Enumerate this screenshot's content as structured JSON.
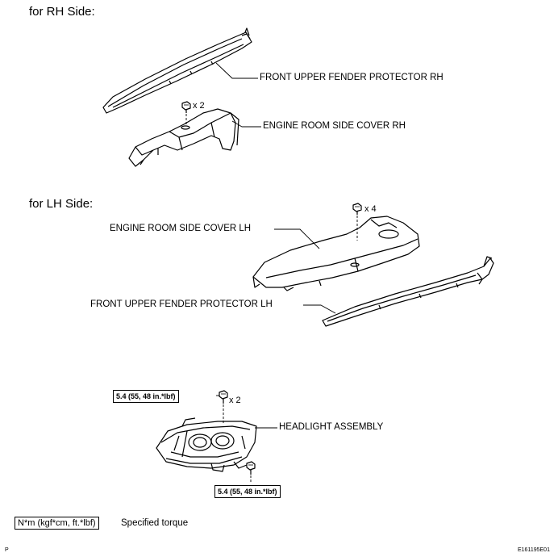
{
  "rh_section": {
    "heading": "for RH Side:",
    "fender_label": "FRONT UPPER FENDER PROTECTOR RH",
    "cover_label": "ENGINE ROOM SIDE COVER RH",
    "clip_qty": "x 2"
  },
  "lh_section": {
    "heading": "for LH Side:",
    "cover_label": "ENGINE ROOM SIDE COVER LH",
    "fender_label": "FRONT UPPER FENDER PROTECTOR LH",
    "clip_qty": "x 4"
  },
  "headlight_section": {
    "label": "HEADLIGHT ASSEMBLY",
    "bolt_qty": "x 2",
    "torque_upper": "5.4 (55, 48 in.*lbf)",
    "torque_lower": "5.4 (55, 48 in.*lbf)"
  },
  "legend": {
    "box_text": "N*m (kgf*cm, ft.*lbf)",
    "description": "Specified torque"
  },
  "footer": {
    "page_marker": "P",
    "figure_code": "E161195E01"
  },
  "icons": [
    "clip-icon",
    "bolt-icon"
  ]
}
